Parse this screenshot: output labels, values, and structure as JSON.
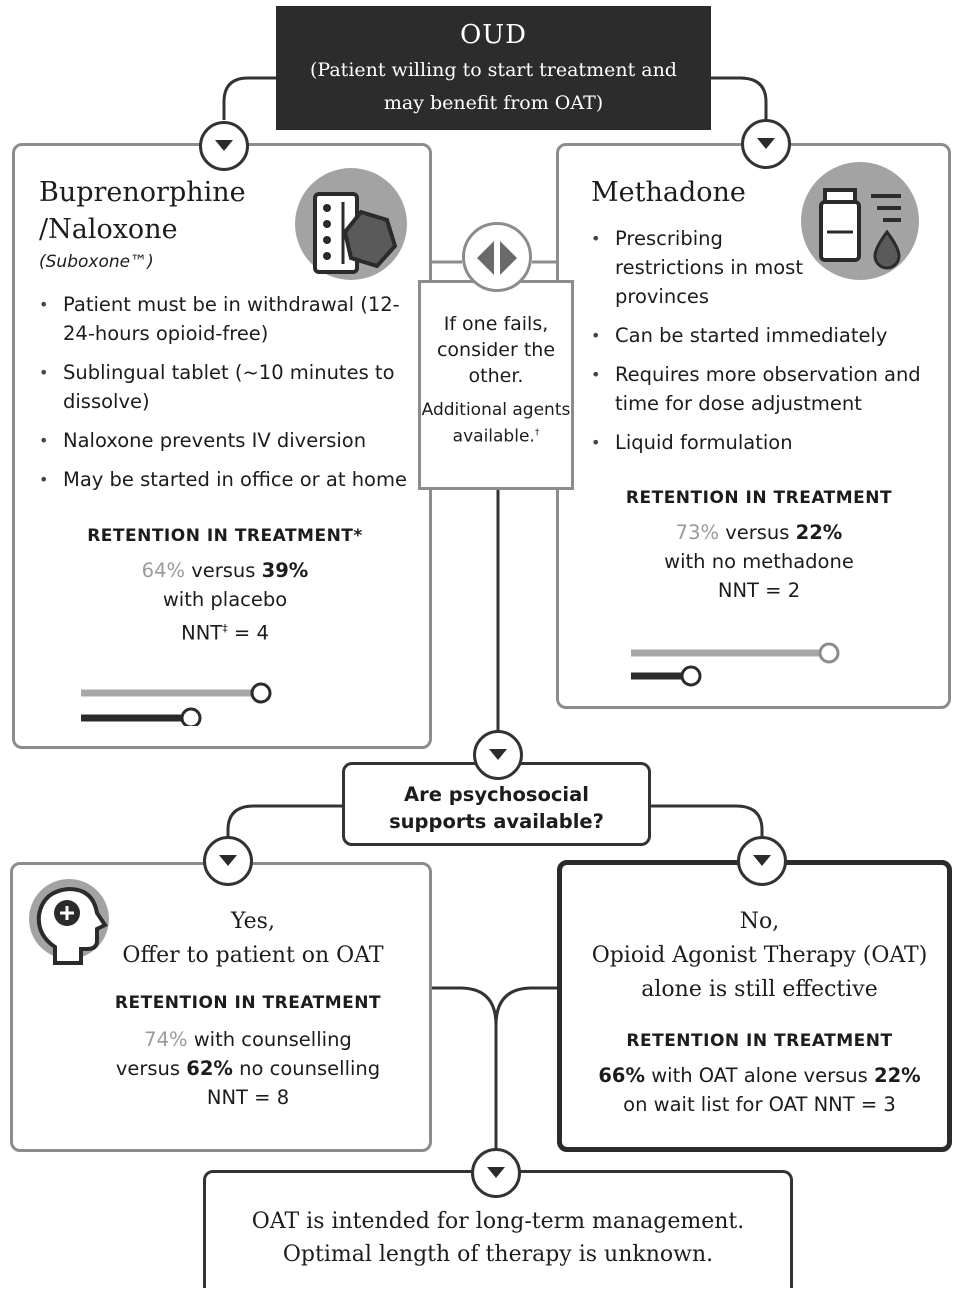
{
  "top": {
    "title": "OUD",
    "subtitle": "(Patient willing to start treatment and may benefit from OAT)"
  },
  "bup": {
    "title_line1": "Buprenorphine",
    "title_line2": "/Naloxone",
    "brand": "(Suboxone™)",
    "bullets": [
      "Patient must be in withdrawal (12-24-hours opioid-free)",
      "Sublingual tablet (~10 minutes to dissolve)",
      "Naloxone prevents IV diversion",
      "May be started in office or at home"
    ],
    "retention_heading": "RETENTION IN TREATMENT*",
    "retention_a": "64%",
    "retention_versus": " versus ",
    "retention_b": "39%",
    "comparator": "with placebo",
    "nnt_label": "NNT",
    "nnt_mark": "‡",
    "nnt_value": " = 4",
    "bar_value": 64,
    "bar_comparator": 39
  },
  "middle": {
    "text1": "If one fails, consider the other.",
    "text2": "Additional agents available.",
    "text2_mark": "†"
  },
  "methadone": {
    "title": "Methadone",
    "bullets": [
      "Prescribing restrictions in most provinces",
      "Can be started immediately",
      "Requires more observation and time for dose adjustment",
      "Liquid formulation"
    ],
    "retention_heading": "RETENTION IN TREATMENT",
    "retention_a": "73%",
    "retention_versus": " versus ",
    "retention_b": "22%",
    "comparator": "with no methadone",
    "nnt": "NNT = 2",
    "bar_value": 73,
    "bar_comparator": 22
  },
  "question": {
    "line1": "Are psychosocial",
    "line2": "supports available?"
  },
  "yes": {
    "line1": "Yes,",
    "line2": "Offer to patient on OAT",
    "retention_heading": "RETENTION IN TREATMENT",
    "r_a": "74%",
    "r_a_text": " with counselling",
    "r_b_pre": "versus ",
    "r_b": "62%",
    "r_b_text": " no counselling",
    "nnt": "NNT = 8"
  },
  "no": {
    "line1": "No,",
    "line2": "Opioid Agonist Therapy (OAT)",
    "line3": "alone is still effective",
    "retention_heading": "RETENTION IN TREATMENT",
    "r_a": "66%",
    "r_a_text": " with OAT alone versus ",
    "r_b": "22%",
    "r_line2": "on wait list for OAT NNT = 3"
  },
  "bottom": {
    "line1": "OAT is intended for long-term management.",
    "line2": "Optimal length of therapy is unknown."
  },
  "colors": {
    "dark": "#2c2c2c",
    "border": "#8c8c8c",
    "muted": "#9a9a9a"
  }
}
